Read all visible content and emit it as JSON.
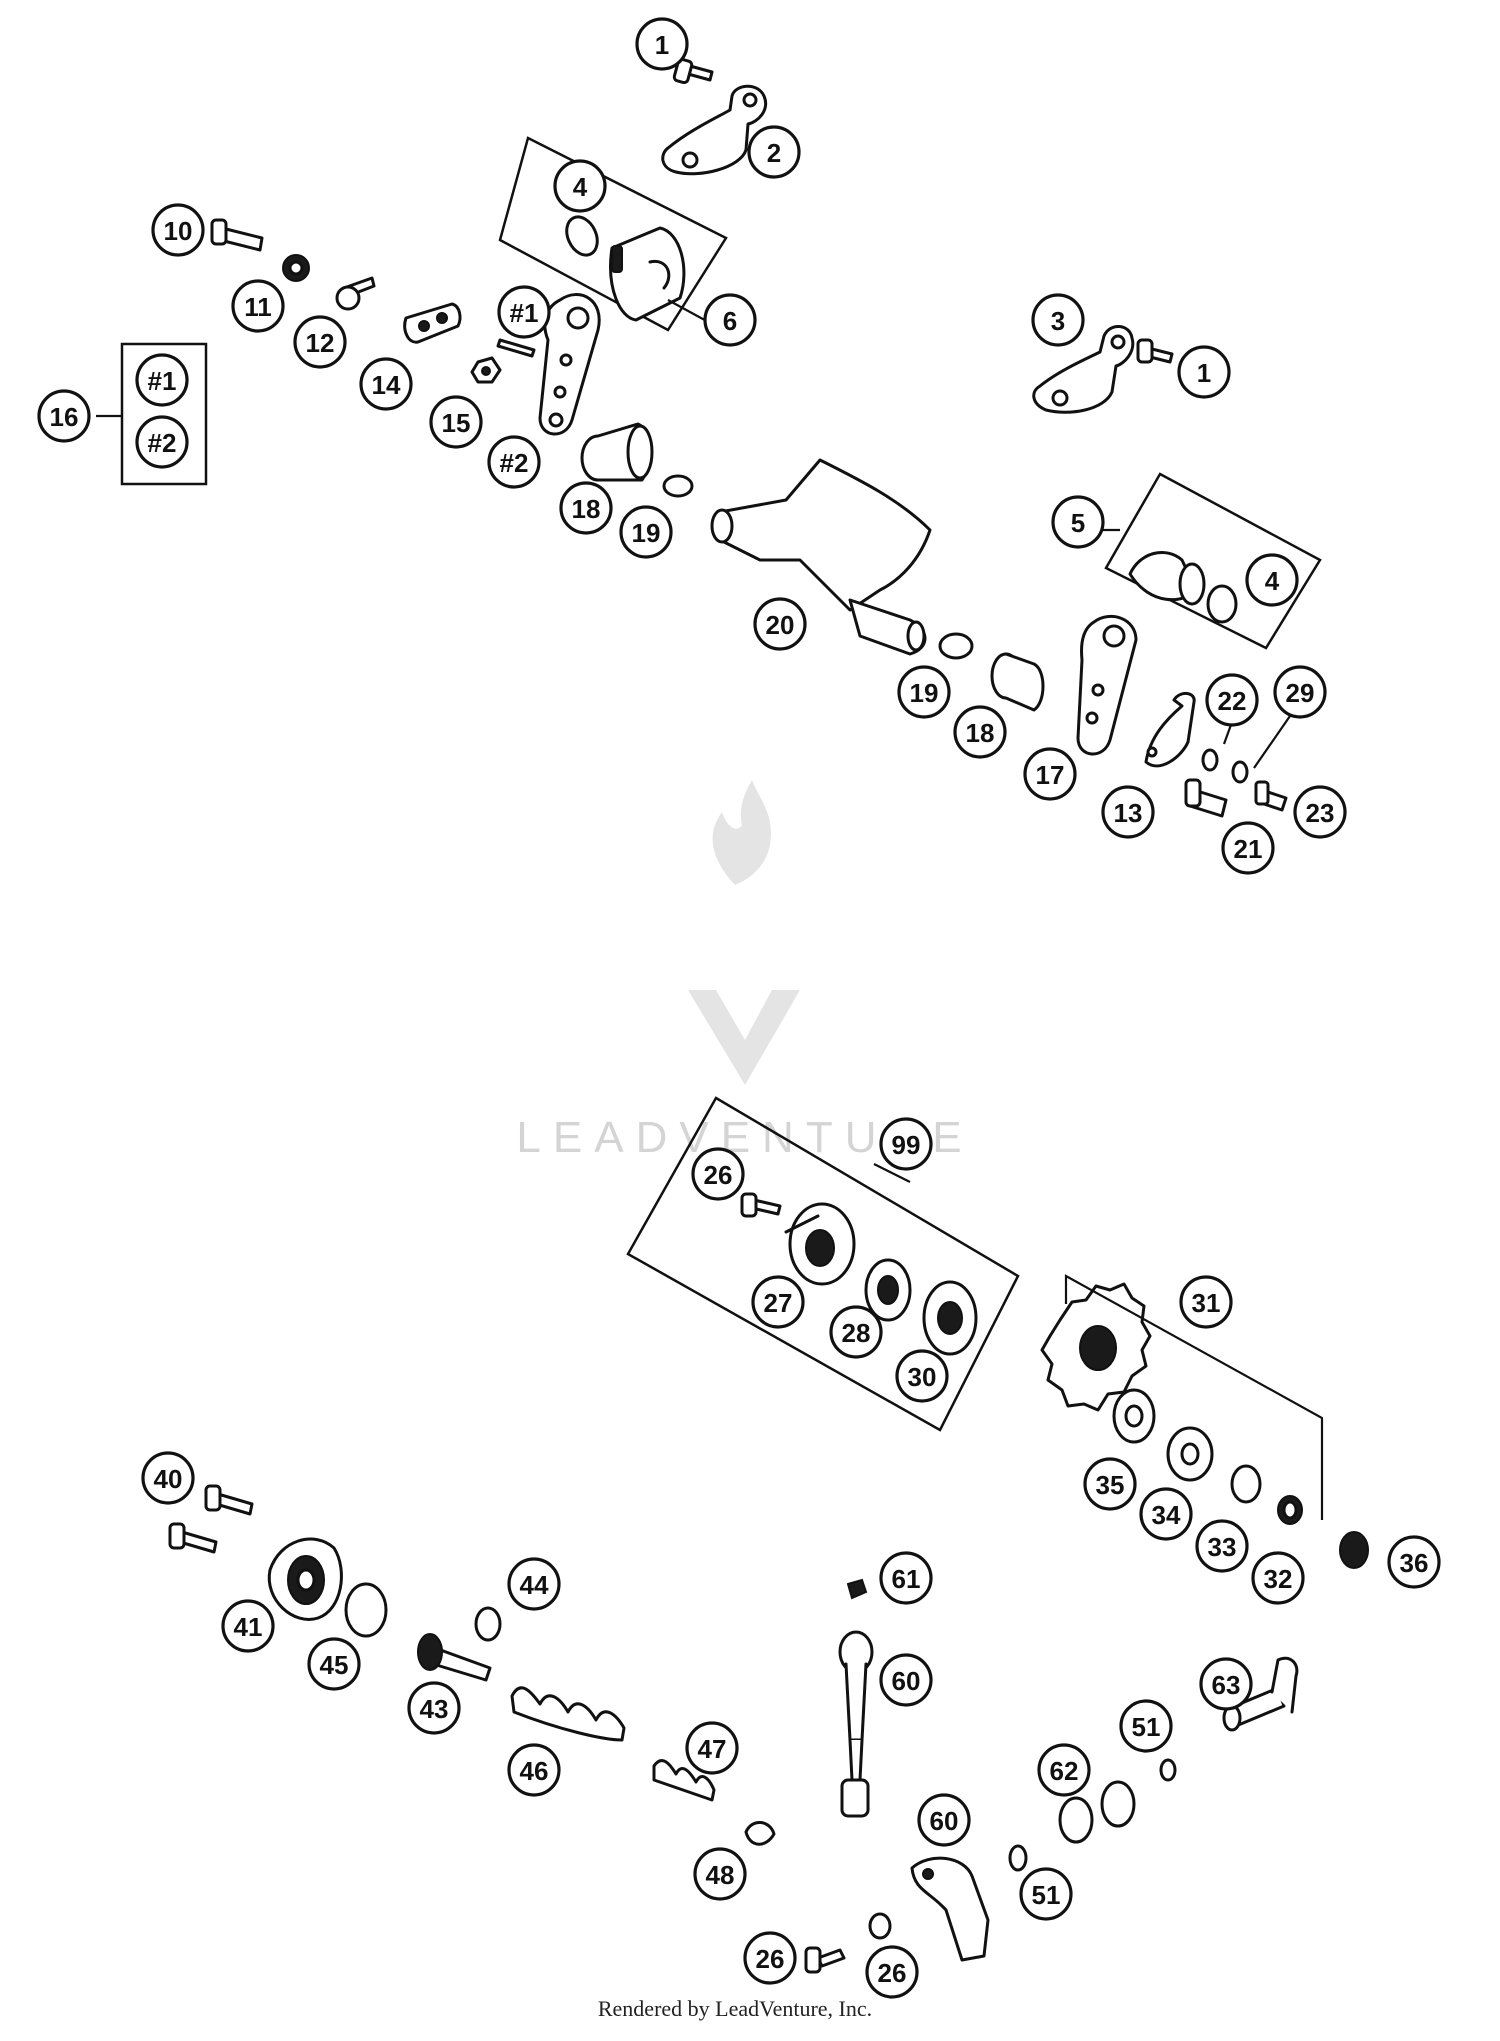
{
  "watermark": {
    "text": "LEADVENTURE",
    "logo": "leadventure-flame-v-logo",
    "color": "#d4d4d4"
  },
  "footer": {
    "credit": "Rendered by LeadVenture, Inc."
  },
  "callouts": [
    "1",
    "2",
    "4",
    "6",
    "10",
    "11",
    "12",
    "14",
    "#1",
    "15",
    "#2",
    "#1",
    "#2",
    "16",
    "3",
    "1",
    "18",
    "19",
    "5",
    "4",
    "20",
    "19",
    "18",
    "17",
    "22",
    "29",
    "13",
    "23",
    "21",
    "99",
    "26",
    "27",
    "28",
    "30",
    "31",
    "35",
    "34",
    "33",
    "32",
    "36",
    "40",
    "41",
    "45",
    "44",
    "43",
    "46",
    "47",
    "48",
    "61",
    "60",
    "63",
    "51",
    "62",
    "60",
    "51",
    "26",
    "26"
  ]
}
